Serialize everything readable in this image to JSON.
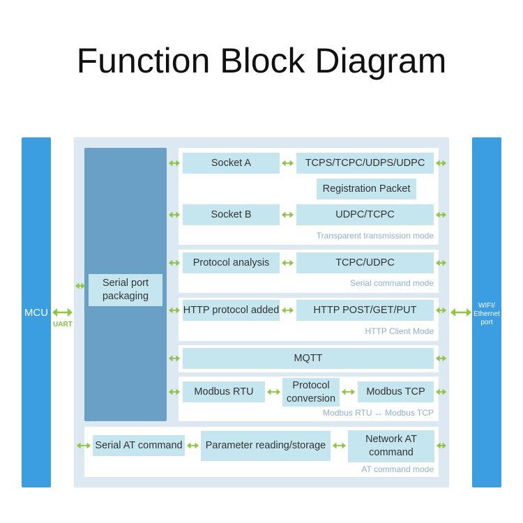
{
  "title": "Function Block Diagram",
  "colors": {
    "side_bars": "#3a9ee0",
    "panel": "#dce9f3",
    "serial_column": "#6a9fc6",
    "boxes": "#c5e6ef",
    "arrows": "#8dc63f",
    "notes": "#8fb0c8"
  },
  "left": {
    "label": "MCU",
    "interface": "UART"
  },
  "right": {
    "label_line1": "WIFI/",
    "label_line2": "Ethernet",
    "label_line3": "port"
  },
  "serial": {
    "line1": "Serial port",
    "line2": "packaging"
  },
  "transparent": {
    "socket_a": "Socket A",
    "tcp_a": "TCPS/TCPC/UDPS/UDPC",
    "registration": "Registration Packet",
    "socket_b": "Socket B",
    "udp_b": "UDPC/TCPC",
    "mode": "Transparent transmission mode"
  },
  "serial_cmd": {
    "protocol": "Protocol analysis",
    "tcp": "TCPC/UDPC",
    "mode": "Serial command mode"
  },
  "http": {
    "added": "HTTP protocol added",
    "methods": "HTTP POST/GET/PUT",
    "mode": "HTTP Client Mode"
  },
  "mqtt": {
    "label": "MQTT"
  },
  "modbus": {
    "rtu": "Modbus RTU",
    "conv1": "Protocol",
    "conv2": "conversion",
    "tcp": "Modbus TCP",
    "mode": "Modbus RTU ↔ Modbus TCP"
  },
  "at": {
    "serial": "Serial AT command",
    "param": "Parameter reading/storage",
    "net1": "Network AT",
    "net2": "command",
    "mode": "AT command mode"
  }
}
